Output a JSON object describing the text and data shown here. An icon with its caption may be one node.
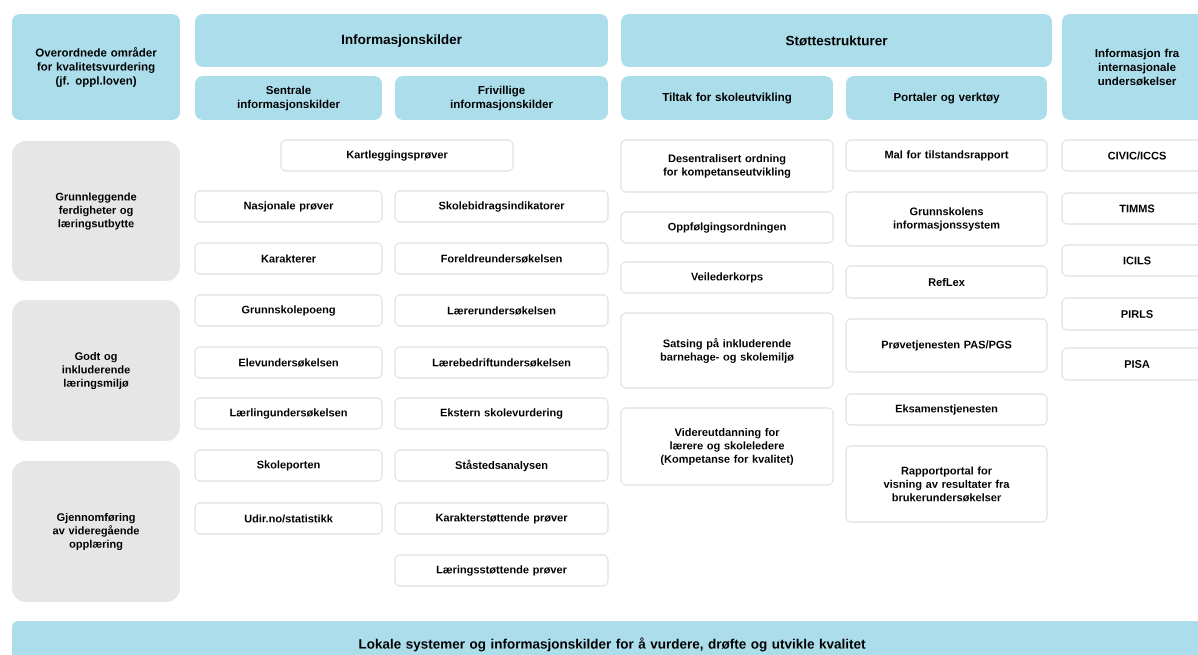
{
  "diagram": {
    "nodes": [
      {
        "text": [
          "Overordnede områder for kvalitetsvurdering (jf. oppl.loven)"
        ]
      },
      {
        "text": [
          "Informasjonskilder"
        ]
      },
      {
        "text": [
          "Sentrale informasjonskilder"
        ]
      },
      {
        "text": [
          "Frivillige informasjonskilder"
        ]
      },
      {
        "text": [
          "Støttestrukturer"
        ]
      },
      {
        "text": [
          "Tiltak for skoleutvikling"
        ]
      },
      {
        "text": [
          "Portaler og verktøy"
        ]
      },
      {
        "text": [
          "Informasjon fra internasjonale undersøkelser"
        ]
      },
      {
        "text": [
          "Grunnleggende ferdigheter og læringsutbytte"
        ]
      },
      {
        "text": [
          "Godt og inkluderende læringsmiljø"
        ]
      },
      {
        "text": [
          "Gjennomføring av videregående opplæring"
        ]
      },
      {
        "text": [
          "Kartleggingsprøver"
        ]
      },
      {
        "text": [
          "Nasjonale prøver"
        ]
      },
      {
        "text": [
          "Karakterer"
        ]
      },
      {
        "text": [
          "Grunnskolepoeng"
        ]
      },
      {
        "text": [
          "Elevundersøkelsen"
        ]
      },
      {
        "text": [
          "Lærlingundersøkelsen"
        ]
      },
      {
        "text": [
          "Skoleporten"
        ]
      },
      {
        "text": [
          "Udir.no/statistikk"
        ]
      },
      {
        "text": [
          "Skolebidragsindikatorer"
        ]
      },
      {
        "text": [
          "Foreldreundersøkelsen"
        ]
      },
      {
        "text": [
          "Lærerundersøkelsen"
        ]
      },
      {
        "text": [
          "Lærebedriftundersøkelsen"
        ]
      },
      {
        "text": [
          "Ekstern skolevurdering"
        ]
      },
      {
        "text": [
          "Ståstedsanalysen"
        ]
      },
      {
        "text": [
          "Karakterstøttende prøver"
        ]
      },
      {
        "text": [
          "Læringsstøttende prøver"
        ]
      },
      {
        "text": [
          "Desentralisert ordning for kompetanseutvikling"
        ]
      },
      {
        "text": [
          "Oppfølgingsordningen"
        ]
      },
      {
        "text": [
          "Veilederkorps"
        ]
      },
      {
        "text": [
          "Satsing på inkluderende barnehage- og skolemiljø"
        ]
      },
      {
        "text": [
          "Videreutdanning for lærere og skoleledere (Kompetanse for kvalitet)"
        ]
      },
      {
        "text": [
          "Mal for tilstandsrapport"
        ]
      },
      {
        "text": [
          "Grunnskolens informasjonssystem"
        ]
      },
      {
        "text": [
          "RefLex"
        ]
      },
      {
        "text": [
          "Prøvetjenesten PAS/PGS"
        ]
      },
      {
        "text": [
          "Eksamenstjenesten"
        ]
      },
      {
        "text": [
          "Rapportportal for visning av resultater fra brukerundersøkelser"
        ]
      },
      {
        "text": [
          "CIVIC/ICCS"
        ]
      },
      {
        "text": [
          "TIMMS"
        ]
      },
      {
        "text": [
          "ICILS"
        ]
      },
      {
        "text": [
          "PIRLS"
        ]
      },
      {
        "text": [
          "PISA"
        ]
      },
      {
        "text": [
          "Lokale systemer og informasjonskilder for å vurdere, drøfte og utvikle kvalitet"
        ]
      }
    ]
  }
}
